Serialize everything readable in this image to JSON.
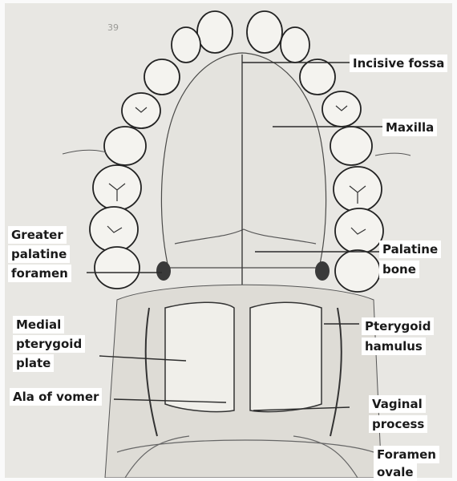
{
  "labels": {
    "incisive_fossa": "Incisive fossa",
    "maxilla": "Maxilla",
    "greater_palatine_1": "Greater",
    "greater_palatine_2": "palatine",
    "greater_palatine_3": "foramen",
    "palatine_bone_1": "Palatine",
    "palatine_bone_2": "bone",
    "medial_pterygoid_1": "Medial",
    "medial_pterygoid_2": "pterygoid",
    "medial_pterygoid_3": "plate",
    "pterygoid_hamulus_1": "Pterygoid",
    "pterygoid_hamulus_2": "hamulus",
    "ala_of_vomer": "Ala of vomer",
    "vaginal_process_1": "Vaginal",
    "vaginal_process_2": "process",
    "foramen_ovale_1": "Foramen",
    "foramen_ovale_2": "ovale"
  },
  "page_mark": "39",
  "colors": {
    "paper": "#ebeae6",
    "line": "#2b2b2b",
    "label_bg": "#ffffff"
  }
}
